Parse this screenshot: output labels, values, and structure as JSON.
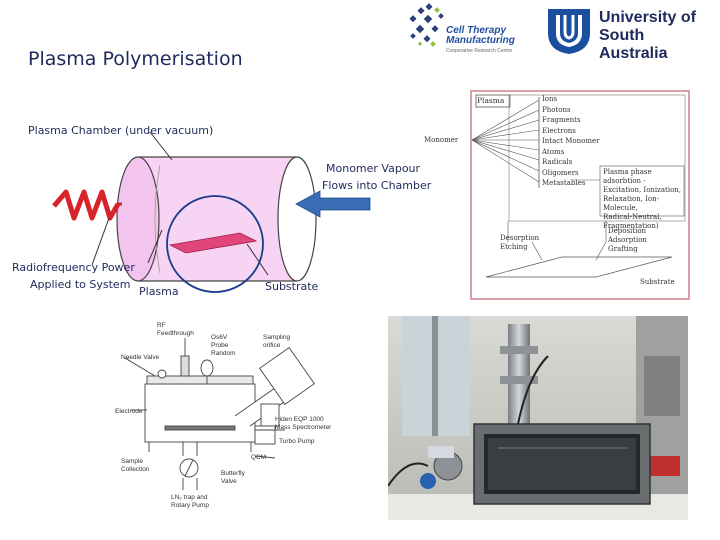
{
  "title": "Plasma Polymerisation",
  "logos": {
    "ctm_line1": "Cell Therapy",
    "ctm_line2": "Manufacturing",
    "ctm_sub": "Cooperative Research Centre",
    "uni_line1": "University of",
    "uni_line2": "South Australia"
  },
  "chamber": {
    "chamber_label": "Plasma Chamber (under vacuum)",
    "monomer_label_1": "Monomer Vapour",
    "monomer_label_2": "Flows into Chamber",
    "rf_label_1": "Radiofrequency Power",
    "rf_label_2": "Applied to System",
    "plasma_label": "Plasma",
    "substrate_label": "Substrate"
  },
  "mechanism": {
    "plasma_box": "Plasma",
    "monomer": "Monomer",
    "species": [
      "Ions",
      "Photons",
      "Fragments",
      "Electrons",
      "Intact Monomer",
      "Atoms",
      "Radicals",
      "Oligomers",
      "Metastables"
    ],
    "reactions": [
      "Plasma phase adsorbtion -",
      "Excitation, Ionization,",
      "Relaxation, Ion-Molecule,",
      "Radical-Neutral,",
      "Fragmentation)"
    ],
    "desorption": [
      "Desorption",
      "Etching"
    ],
    "deposition": [
      "Deposition",
      "Adsorption",
      "Grafting"
    ],
    "substrate": "Substrate"
  },
  "schematic": {
    "rf_feedthrough": [
      "RF",
      "Feedthrough"
    ],
    "langmuir": [
      "Os6V",
      "Probe",
      "Random"
    ],
    "sampling": [
      "Sampling",
      "orifice"
    ],
    "needle_valve": "Needle Valve",
    "electrode": "Electrode",
    "mass_spec": [
      "Hiden EQP 1000",
      "Mass Spectrometer"
    ],
    "turbo": "Turbo Pump",
    "qcm": "QCM",
    "sample": [
      "Sample",
      "Collection"
    ],
    "butterfly": [
      "Butterfly",
      "Valve"
    ],
    "pumps": [
      "LN₂ trap and",
      "Rotary Pump"
    ]
  },
  "colors": {
    "title": "#1f2a5c",
    "chamber_fill": "#f7d4f3",
    "substrate_fill": "#e0467a",
    "coil": "#d8232a",
    "arrow": "#3a6db5",
    "mech_border": "#d9a0a8"
  }
}
